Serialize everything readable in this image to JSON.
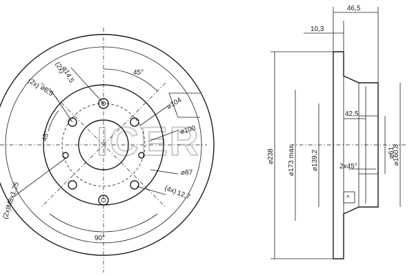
{
  "watermark": "ICER",
  "front_view": {
    "labels": {
      "holes_note": "(2x)",
      "holes_dia": "⌀14,5",
      "bolts_note": "(2x)",
      "bolts_dia": "⌀6,5",
      "angle_top": "45°",
      "angle_left": "45°",
      "angle_bottom": "90°",
      "dia_104": "⌀104",
      "dia_100": "⌀100",
      "dia_87": "⌀87",
      "thread_note": "(4x)",
      "thread": "12,7",
      "side_thread": "(2x)M8x1,25"
    }
  },
  "side_view": {
    "labels": {
      "width_total": "46,5",
      "thickness": "10,3",
      "hub_depth": "42,5",
      "chamfer": "2x45°",
      "dia_238": "⌀238",
      "dia_173": "⌀173 max.",
      "dia_139": "⌀139,2",
      "dia_61": "⌀61",
      "dia_160": "⌀160,8",
      "runout_symbol": "^"
    }
  }
}
